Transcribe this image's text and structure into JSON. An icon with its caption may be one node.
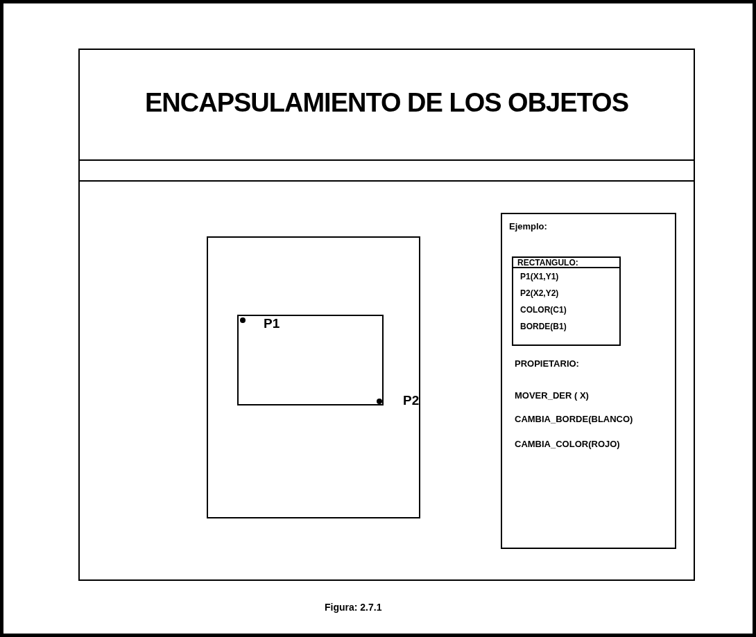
{
  "diagram": {
    "title": "ENCAPSULAMIENTO DE LOS OBJETOS",
    "caption": "Figura: 2.7.1",
    "nodes": [
      {
        "text": [],
        "shape": "box"
      },
      {
        "text": [
          "P1"
        ],
        "in": 0,
        "beside": [
          "P2"
        ]
      },
      {
        "text": [
          "Ejemplo:",
          "PROPIETARIO:",
          "MOVER_DER (  X)",
          "CAMBIA_BORDE(BLANCO)",
          "CAMBIA_COLOR(ROJO)"
        ]
      },
      {
        "text": [
          "RECTANGULO:",
          "P1(X1,Y1)",
          "P2(X2,Y2)",
          "COLOR(C1)",
          "BORDE(B1)"
        ],
        "in": 2
      }
    ]
  }
}
